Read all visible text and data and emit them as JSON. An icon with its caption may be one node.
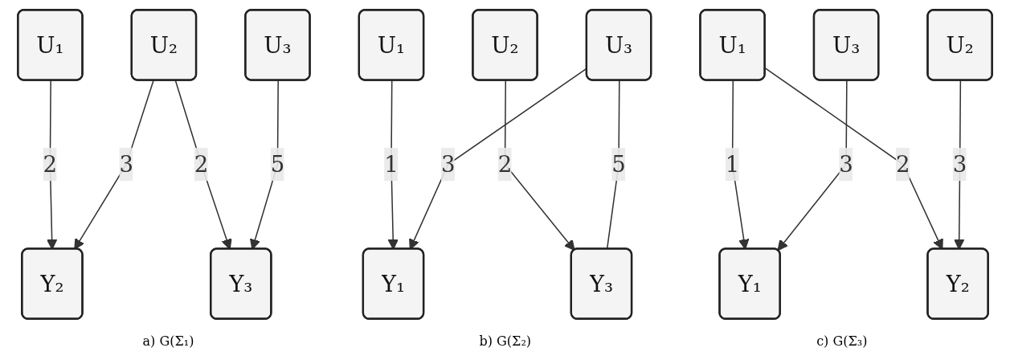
{
  "diagram": {
    "nodes": [
      {
        "text": [
          "U₁"
        ]
      },
      {
        "text": [
          "U₂"
        ]
      },
      {
        "text": [
          "Y₂"
        ]
      },
      {
        "text": [
          "U₃"
        ]
      },
      {
        "text": [
          "Y₃"
        ]
      },
      {
        "text": [
          "U₁"
        ]
      },
      {
        "text": [
          "Y₁"
        ]
      },
      {
        "text": [
          "U₂"
        ]
      },
      {
        "text": [
          "U₃"
        ]
      },
      {
        "text": [
          "Y₃"
        ]
      },
      {
        "text": [
          "U₁"
        ]
      },
      {
        "text": [
          "Y₁"
        ]
      },
      {
        "text": [
          "U₂"
        ]
      },
      {
        "text": [
          "Y₂"
        ]
      },
      {
        "text": [
          "U₃"
        ]
      }
    ],
    "edges": [
      {
        "from": 0,
        "to": 2,
        "arrow": "to",
        "label": "2"
      },
      {
        "from": 1,
        "to": 2,
        "arrow": "to",
        "label": "3"
      },
      {
        "from": 1,
        "to": 4,
        "arrow": "to",
        "label": "2"
      },
      {
        "from": 3,
        "to": 4,
        "arrow": "to",
        "label": "5"
      },
      {
        "from": 5,
        "to": 6,
        "arrow": "to",
        "label": "1"
      },
      {
        "from": 8,
        "to": 6,
        "arrow": "to",
        "label": "3"
      },
      {
        "from": 7,
        "to": 9,
        "arrow": "to",
        "label": "2"
      },
      {
        "from": 8,
        "to": 9,
        "arrow": "none",
        "label": "5"
      },
      {
        "from": 10,
        "to": 11,
        "arrow": "to",
        "label": "1"
      },
      {
        "from": 10,
        "to": 13,
        "arrow": "to",
        "label": "2"
      },
      {
        "from": 14,
        "to": 11,
        "arrow": "to",
        "label": "3"
      },
      {
        "from": 12,
        "to": 13,
        "arrow": "to",
        "label": "3"
      }
    ],
    "labels": [
      "a) G(Σ₁)",
      "b) G(Σ₂)",
      "c) G(Σ₃)"
    ]
  }
}
